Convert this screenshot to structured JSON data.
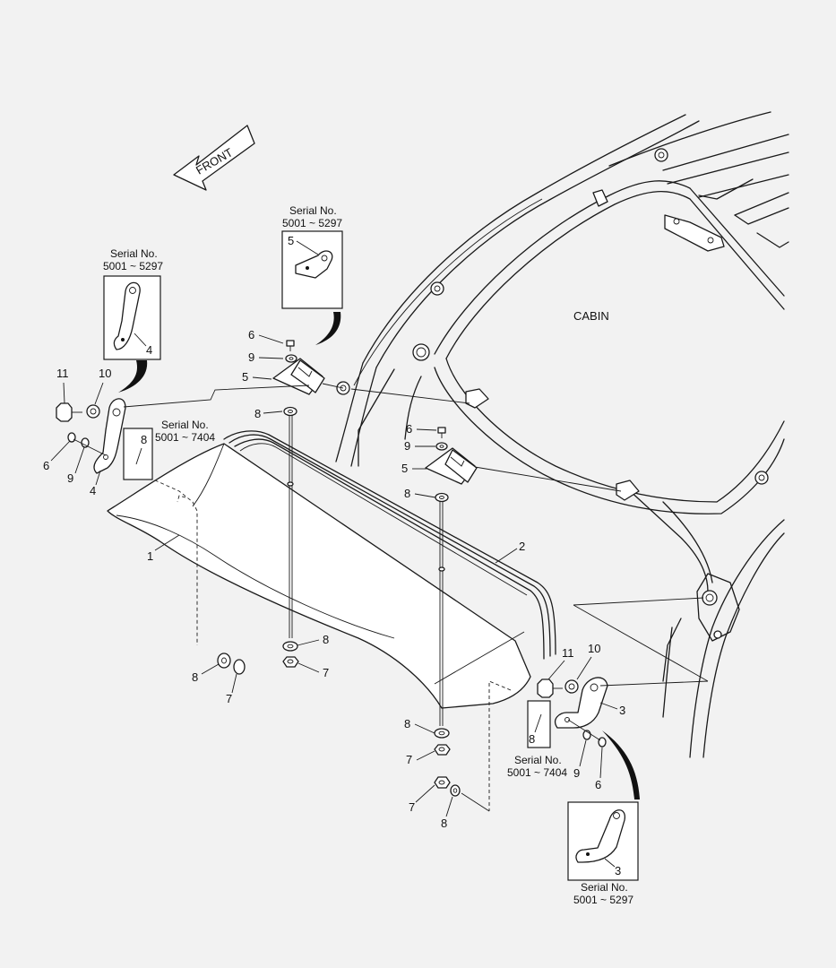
{
  "front_arrow": {
    "label": "FRONT"
  },
  "cabin_label": "CABIN",
  "serial_ranges": {
    "a": "5001 ~ 5297",
    "b": "5001 ~ 7404"
  },
  "serial_heading": "Serial No.",
  "callouts": [
    "1",
    "2",
    "3",
    "4",
    "5",
    "6",
    "7",
    "8",
    "9",
    "10",
    "11"
  ]
}
